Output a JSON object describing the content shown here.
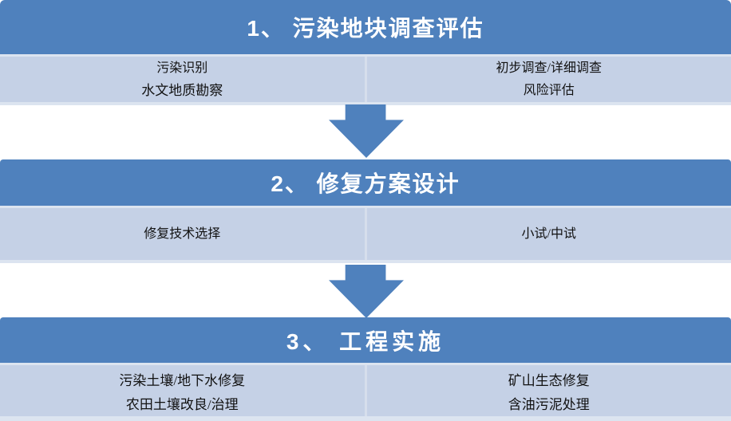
{
  "palette": {
    "header_blue": "#4F81BD",
    "band_light_blue": "#C5D1E6",
    "band_edge_blue": "#DCE4F0",
    "column_divider_blue": "#D6DEEC",
    "arrow_blue": "#4F81BD",
    "header_text": "#FFFFFF",
    "body_text": "#111111"
  },
  "sections": [
    {
      "title": "1、 污染地块调查评估",
      "columns": {
        "left": [
          "污染识别",
          "水文地质勘察"
        ],
        "right": [
          "初步调查/详细调查",
          "风险评估"
        ]
      }
    },
    {
      "title": "2、 修复方案设计",
      "columns": {
        "left": [
          "修复技术选择"
        ],
        "right": [
          "小试/中试"
        ]
      }
    },
    {
      "title": "3、 工程实施",
      "columns": {
        "left": [
          "污染土壤/地下水修复",
          "农田土壤改良/治理"
        ],
        "right": [
          "矿山生态修复",
          "含油污泥处理"
        ]
      }
    }
  ],
  "connectors": [
    "down-arrow",
    "down-arrow"
  ]
}
